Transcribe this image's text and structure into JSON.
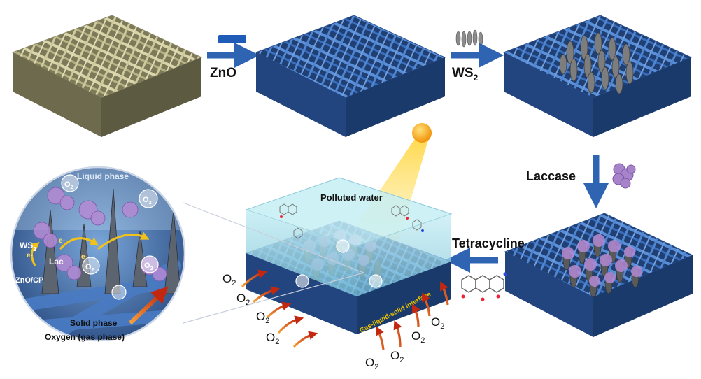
{
  "labels": {
    "zno": "ZnO",
    "ws2_main": "WS",
    "ws2_sub": "2",
    "laccase": "Laccase",
    "tetracycline": "Tetracycline",
    "polluted_water": "Polluted water",
    "liquid_phase": "Liquid phase",
    "solid_phase": "Solid phase",
    "oxygen_gas": "Oxygen (gas phase)",
    "interface": "Gas-liquid-solid interface",
    "ws2_inset": "WS",
    "lac": "Lac",
    "zno_cp": "ZnO/CP",
    "electron": "e-"
  },
  "o2": {
    "main": "O",
    "sub": "2"
  },
  "colors": {
    "raw_fiber": "#c9c49a",
    "blue_fiber": "#3f73bf",
    "arrow_blue": "#2f64b3",
    "laccase_purple": "#a783c9",
    "water": "#a9dbe6",
    "sun": "#f5a800",
    "o2_arrow": "#e0501e",
    "electron_arrow": "#f2c21a"
  }
}
